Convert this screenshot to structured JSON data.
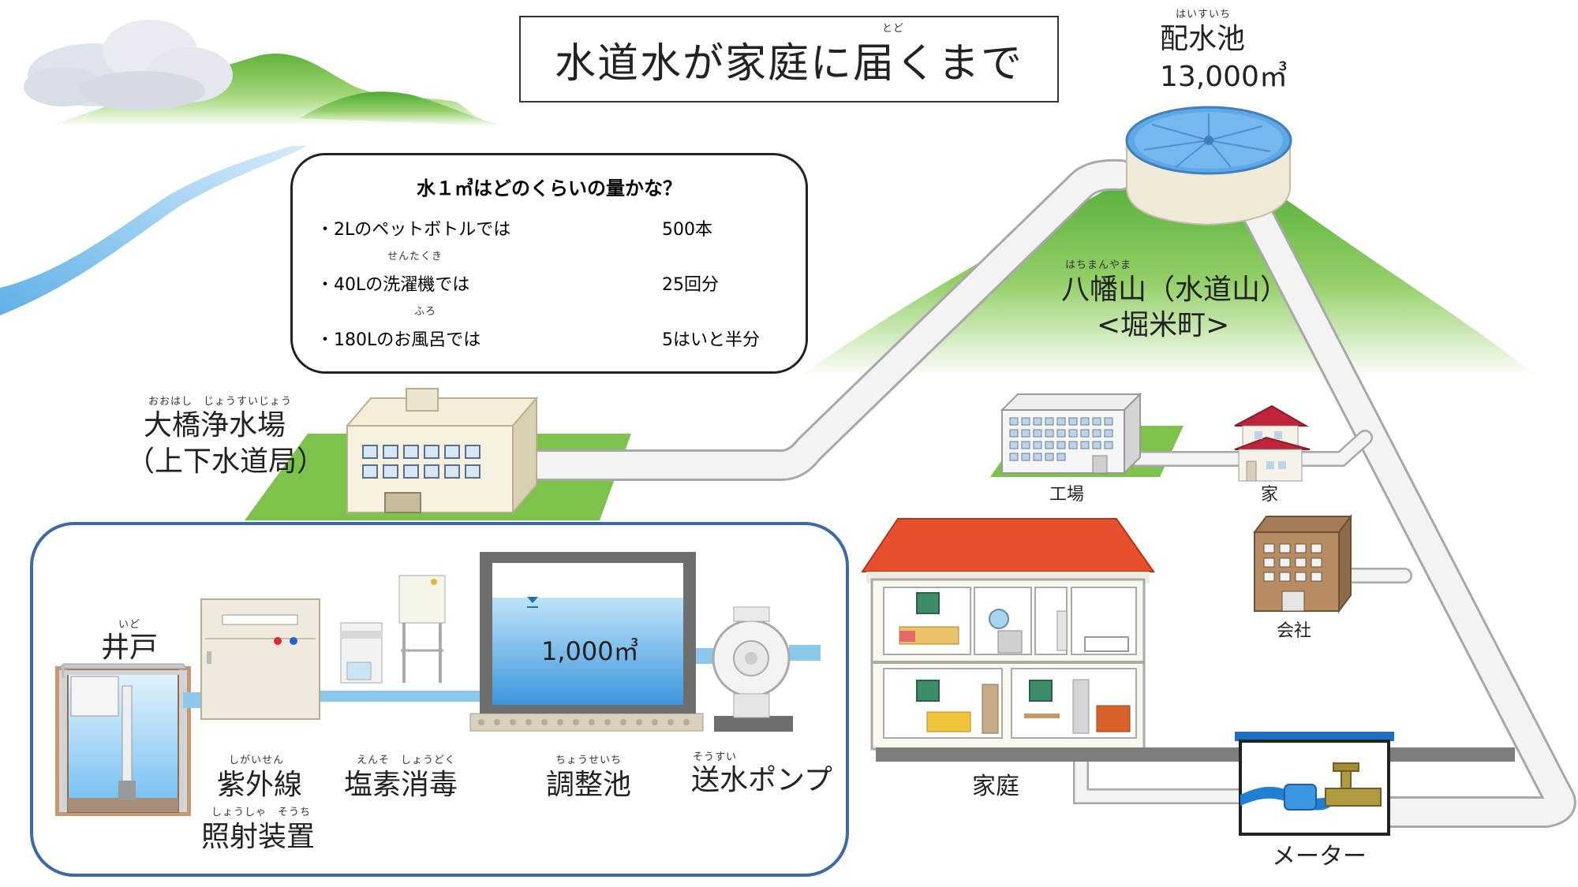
{
  "title": "水道水が家庭に届くまで",
  "title_ruby": "とど",
  "reservoir": {
    "ruby": "はいすいち",
    "name": "配水池",
    "capacity": "13,000㎥"
  },
  "mountain": {
    "ruby": "はちまんやま",
    "name": "八幡山（水道山）",
    "town": "<堀米町>"
  },
  "info": {
    "heading": "水１㎥はどのくらいの量かな？",
    "rows": [
      {
        "label": "・2Lのペットボトルでは",
        "ruby": "",
        "value": "500本"
      },
      {
        "label": "・40Lの洗濯機では",
        "ruby": "せんたくき",
        "value": "25回分"
      },
      {
        "label": "・180Lのお風呂では",
        "ruby": "ふろ",
        "value": "5はいと半分"
      }
    ]
  },
  "plant": {
    "ruby": "おおはし　じょうすいじょう",
    "name": "大橋浄水場",
    "sub": "（上下水道局）"
  },
  "process": {
    "well": {
      "ruby": "いど",
      "label": "井戸"
    },
    "uv": {
      "ruby": "しがいせん",
      "label": "紫外線",
      "ruby2": "しょうしゃ　そうち",
      "label2": "照射装置"
    },
    "chlorine": {
      "ruby": "えんそ　しょうどく",
      "label": "塩素消毒"
    },
    "tank": {
      "ruby": "ちょうせいち",
      "label": "調整池",
      "capacity": "1,000㎥"
    },
    "pump": {
      "ruby": "そうすい",
      "label": "送水ポンプ"
    }
  },
  "buildings": {
    "factory": "工場",
    "house": "家",
    "company": "会社",
    "home": "家庭",
    "meter": "メーター"
  },
  "colors": {
    "pipe": "#f2f2f2",
    "pipe_edge": "#a8a8a8",
    "grass": "#7dc24a",
    "water": "#4a9fe0",
    "frame": "#3d6aa2",
    "roof": "#e84a2c"
  }
}
